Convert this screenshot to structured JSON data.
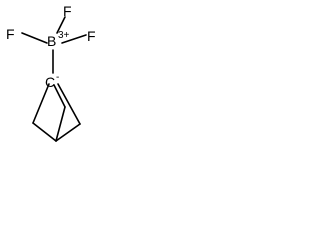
{
  "molecule": {
    "atoms": {
      "fluorine_top": "F",
      "fluorine_left": "F",
      "fluorine_right": "F",
      "boron": "B",
      "boron_charge": "3+",
      "carbon": "C",
      "carbon_charge": "-"
    },
    "colors": {
      "bond": "#000000",
      "text": "#000000",
      "background": "#ffffff"
    }
  }
}
